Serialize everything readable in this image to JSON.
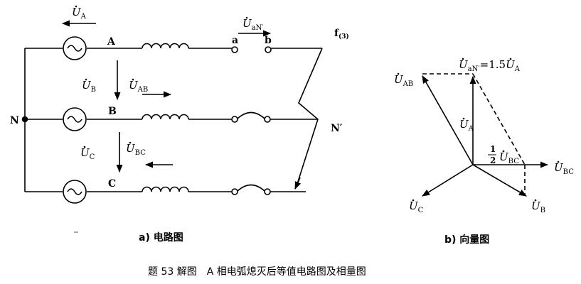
{
  "circuit": {
    "phases": [
      "A",
      "B",
      "C"
    ],
    "neutral": "N",
    "neutral_prime": "N′",
    "fault": "f",
    "fault_sub": "(3)",
    "switch_a": "a",
    "switch_b": "b",
    "voltage_label": "U",
    "sub_A": "A",
    "sub_B": "B",
    "sub_C": "C",
    "sub_AB": "AB",
    "sub_BC": "BC",
    "sub_aN": "aN′",
    "caption": "a) 电路图"
  },
  "phasor": {
    "U": "U",
    "sub_AB": "AB",
    "sub_A": "A",
    "sub_B": "B",
    "sub_C": "C",
    "sub_BC": "BC",
    "sub_aN": "aN′",
    "eq_text": "=1.5",
    "half_num": "1",
    "half_den": "2",
    "caption": "b) 向量图"
  },
  "figure_caption": "题 53 解图　A 相电弧熄灭后等值电路图及相量图",
  "colors": {
    "ink": "#000000",
    "background": "#ffffff"
  }
}
